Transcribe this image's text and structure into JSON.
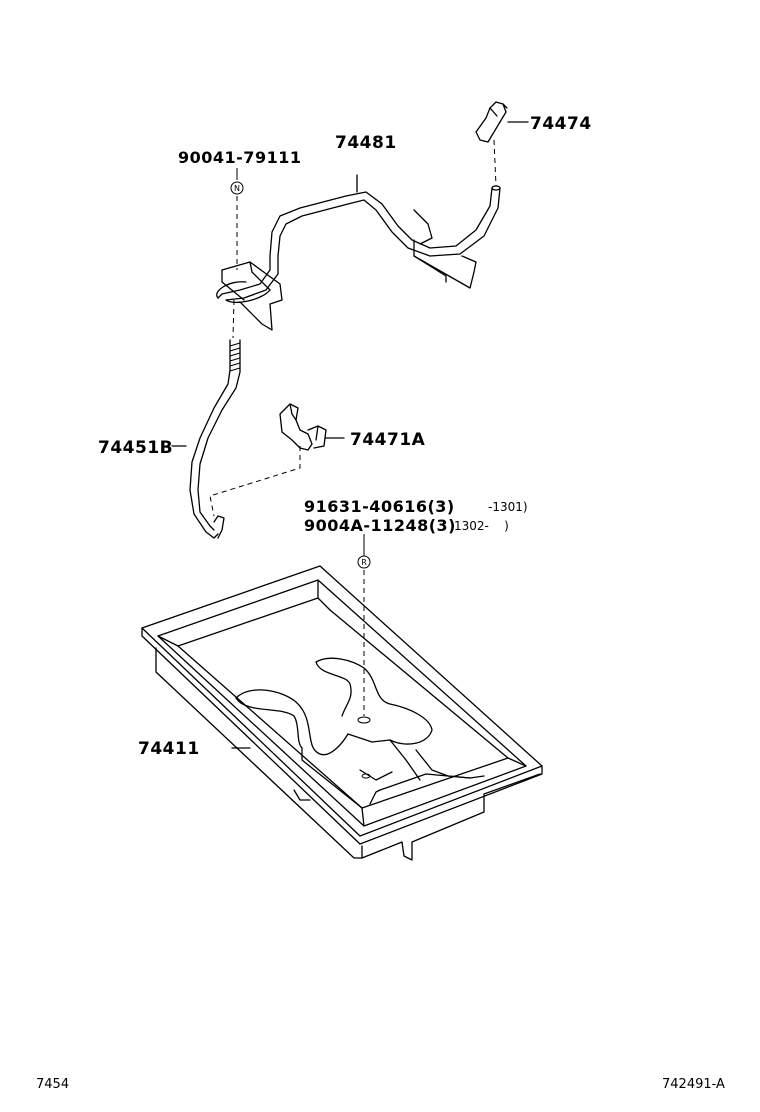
{
  "diagram": {
    "parts": [
      {
        "id": "74474",
        "label": "74474"
      },
      {
        "id": "74481",
        "label": "74481"
      },
      {
        "id": "90041",
        "label": "90041-79111"
      },
      {
        "id": "74451B",
        "label": "74451B"
      },
      {
        "id": "74471A",
        "label": "74471A"
      },
      {
        "id": "74411",
        "label": "74411"
      }
    ],
    "notes": {
      "line1_code": "91631-40616(3)",
      "line1_range": "-1301)",
      "line2_code": "9004A-11248(3)",
      "line2_range": "1302-    )"
    },
    "markers": {
      "n": "N",
      "r": "R"
    },
    "footer": {
      "left": "7454",
      "right": "742491-A"
    }
  }
}
